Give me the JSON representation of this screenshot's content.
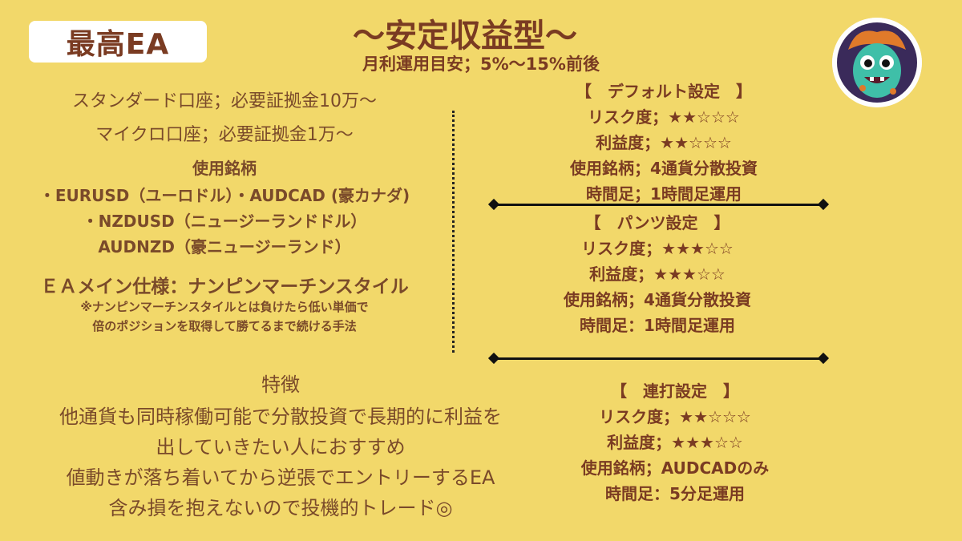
{
  "header": {
    "badge": "最高EA",
    "title": "～安定収益型～",
    "subtitle": "月利運用目安；5%～15%前後"
  },
  "left": {
    "account_standard": "スタンダード口座；必要証拠金10万～",
    "account_micro": "マイクロ口座；必要証拠金1万～",
    "pairs_heading": "使用銘柄",
    "pairs_line1": "・EURUSD（ユーロドル）・AUDCAD (豪カナダ)",
    "pairs_line2": "・NZDUSD（ニュージーランドドル）",
    "pairs_line3": "AUDNZD（豪ニュージーランド）",
    "spec_heading": "ＥＡメイン仕様：ナンピンマーチンスタイル",
    "spec_note1": "※ナンピンマーチンスタイルとは負けたら低い単価で",
    "spec_note2": "倍のポジションを取得して勝てるまで続ける手法"
  },
  "features": {
    "heading": "特徴",
    "line1": "他通貨も同時稼働可能で分散投資で長期的に利益を",
    "line2": "出していきたい人におすすめ",
    "line3": "値動きが落ち着いてから逆張でエントリーするEA",
    "line4": "含み損を抱えないので投機的トレード◎"
  },
  "settings": [
    {
      "title": "【　デフォルト設定　】",
      "risk": "リスク度；★★☆☆☆",
      "profit": "利益度；★★☆☆☆",
      "pairs": "使用銘柄；4通貨分散投資",
      "timeframe": "時間足；1時間足運用"
    },
    {
      "title": "【　パンツ設定　】",
      "risk": "リスク度；★★★☆☆",
      "profit": "利益度；★★★☆☆",
      "pairs": "使用銘柄；4通貨分散投資",
      "timeframe": "時間足：1時間足運用"
    },
    {
      "title": "【　連打設定　】",
      "risk": "リスク度；★★☆☆☆",
      "profit": "利益度；★★★☆☆",
      "pairs": "使用銘柄；AUDCADのみ",
      "timeframe": "時間足：5分足運用"
    }
  ],
  "colors": {
    "background": "#f2d86a",
    "text": "#7a3b22",
    "accent_line": "#111111"
  },
  "icons": {
    "avatar": "monster-avatar-icon"
  }
}
